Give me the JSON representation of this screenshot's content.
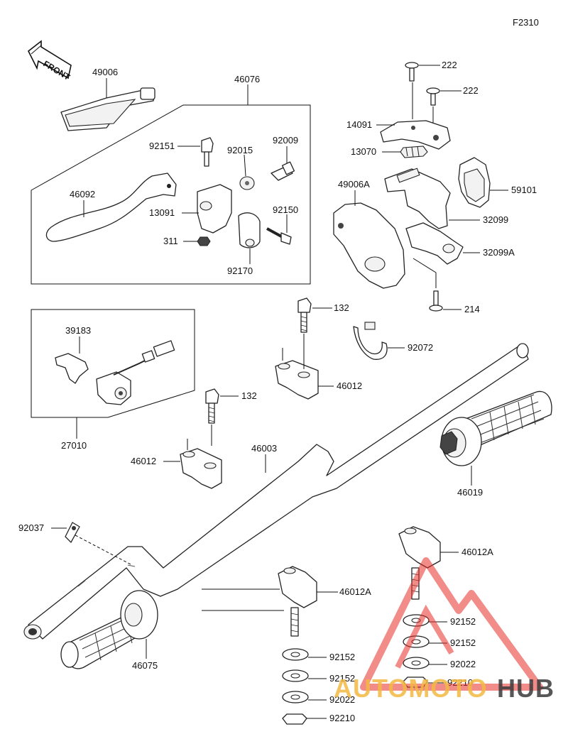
{
  "figure_code": "F2310",
  "front_marker": "FRONT",
  "watermark": {
    "part1": "AUTOMOTO",
    "part2": "HUB",
    "color1": "#f4b942",
    "color2": "#3a3a3a",
    "mark_color": "#e8302a"
  },
  "parts": {
    "p49006": "49006",
    "p46076": "46076",
    "p92151": "92151",
    "p92015": "92015",
    "p92009": "92009",
    "p46092": "46092",
    "p13091": "13091",
    "p92150": "92150",
    "p311": "311",
    "p92170": "92170",
    "p222a": "222",
    "p222b": "222",
    "p14091": "14091",
    "p13070": "13070",
    "p49006A": "49006A",
    "p59101": "59101",
    "p32099": "32099",
    "p32099A": "32099A",
    "p214": "214",
    "p132a": "132",
    "p92072": "92072",
    "p46012a": "46012",
    "p39183": "39183",
    "p27010": "27010",
    "p132b": "132",
    "p46012b": "46012",
    "p46003": "46003",
    "p46019": "46019",
    "p92037": "92037",
    "p46012Aa": "46012A",
    "p46012Ab": "46012A",
    "p92152a": "92152",
    "p92152b": "92152",
    "p92022a": "92022",
    "p92210a": "92210",
    "p92152c": "92152",
    "p92152d": "92152",
    "p92022b": "92022",
    "p92210b": "92210",
    "p46075": "46075"
  }
}
